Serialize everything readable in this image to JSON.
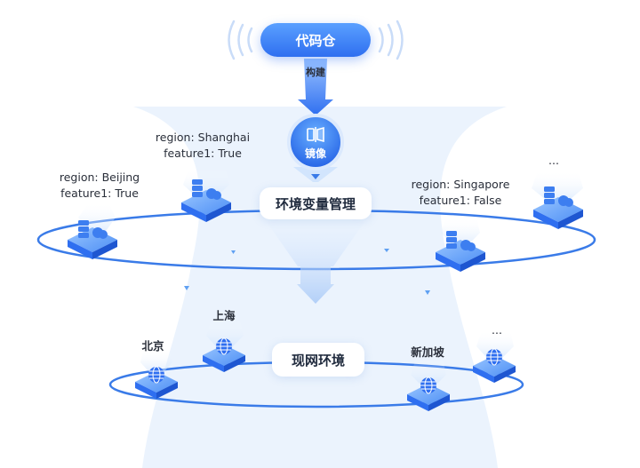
{
  "repo": {
    "label": "代码仓"
  },
  "build": {
    "label": "构建"
  },
  "image": {
    "label": "镜像",
    "icon": "image-mirror-icon"
  },
  "env_mgmt": {
    "label": "环境变量管理"
  },
  "prod_env": {
    "label": "现网环境"
  },
  "server_nodes": [
    {
      "region": "region: Beijing",
      "feature": "feature1: True"
    },
    {
      "region": "region: Shanghai",
      "feature": "feature1: True"
    },
    {
      "region": "region: Singapore",
      "feature": "feature1: False"
    },
    {
      "region": "...",
      "feature": ""
    }
  ],
  "prod_nodes": [
    {
      "label": "北京"
    },
    {
      "label": "上海"
    },
    {
      "label": "新加坡"
    },
    {
      "label": "..."
    }
  ],
  "colors": {
    "primary": "#2f6ff0",
    "ring": "#3a7be8",
    "funnel": "#dbe9fb",
    "node_top": "#7fb4ff"
  }
}
